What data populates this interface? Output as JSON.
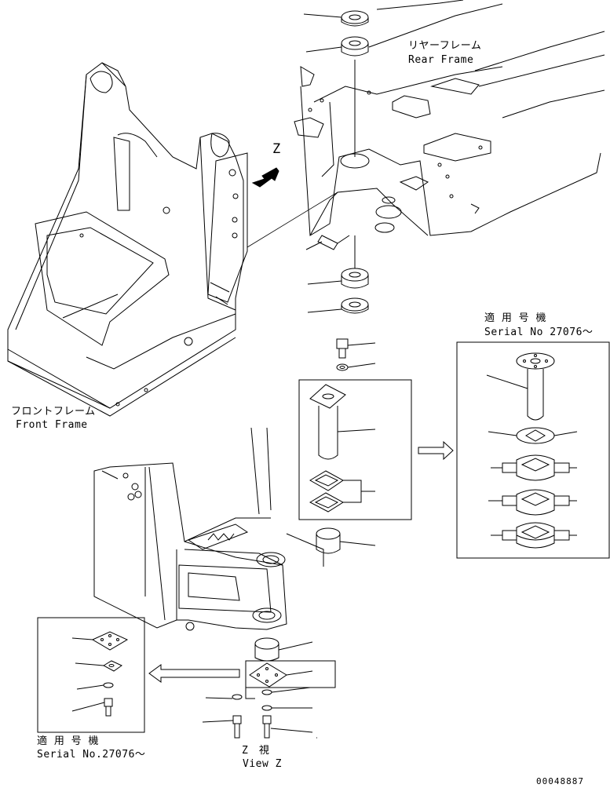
{
  "labels": {
    "rear_frame_jp": "リヤーフレーム",
    "rear_frame_en": "Rear Frame",
    "front_frame_jp": "フロントフレーム",
    "front_frame_en": "Front Frame",
    "view_marker": "Z",
    "serial_jp_right": "適 用 号 機",
    "serial_en_right": "Serial No 27076～",
    "serial_jp_left": "適 用 号 機",
    "serial_en_left": "Serial No.27076～",
    "view_jp": "Z　視",
    "view_en": "View Z",
    "drawing_number": "00048887"
  }
}
